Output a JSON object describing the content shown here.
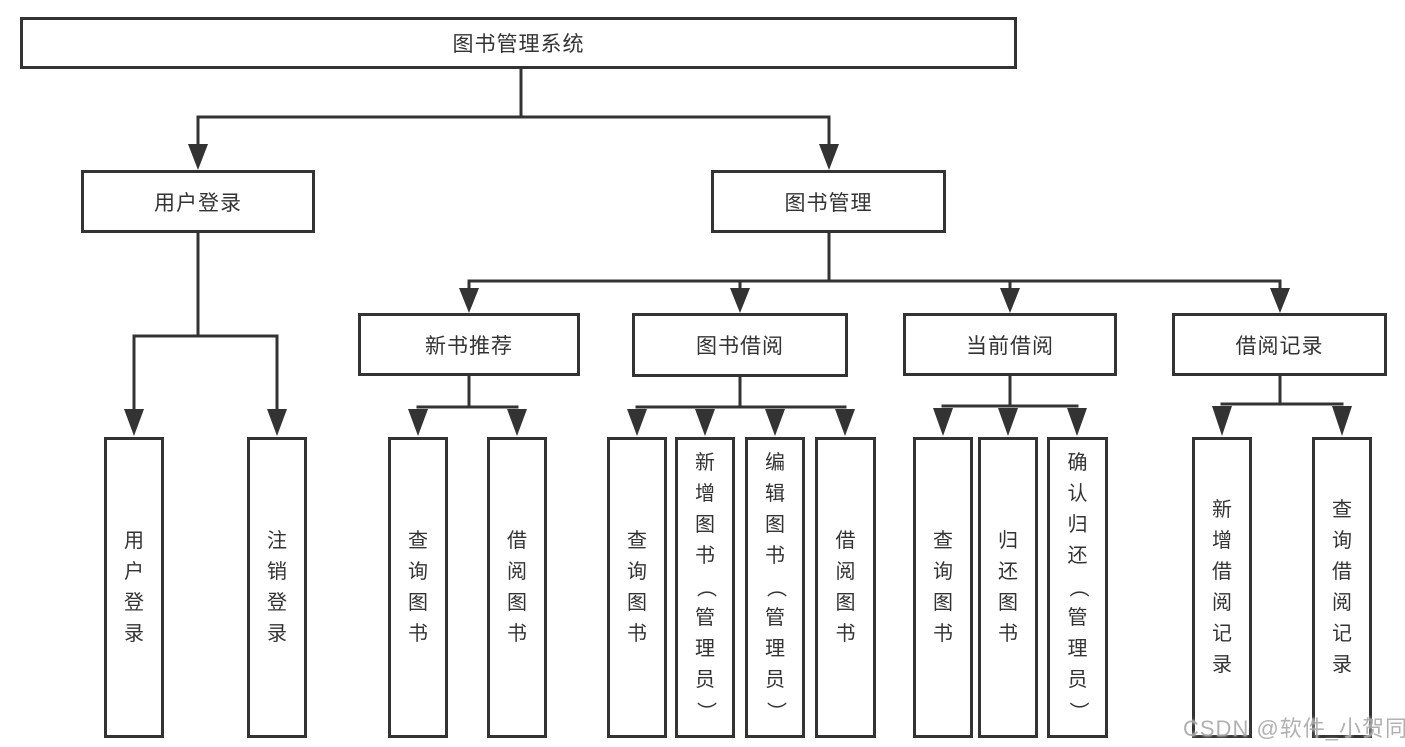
{
  "tree": {
    "root": {
      "label": "图书管理系统"
    },
    "children": [
      {
        "label": "用户登录",
        "children": [
          {
            "label": "用户登录"
          },
          {
            "label": "注销登录"
          }
        ]
      },
      {
        "label": "图书管理",
        "children": [
          {
            "label": "新书推荐",
            "children": [
              {
                "label": "查询图书"
              },
              {
                "label": "借阅图书"
              }
            ]
          },
          {
            "label": "图书借阅",
            "children": [
              {
                "label": "查询图书"
              },
              {
                "label": "新增图书（管理员）"
              },
              {
                "label": "编辑图书（管理员）"
              },
              {
                "label": "借阅图书"
              }
            ]
          },
          {
            "label": "当前借阅",
            "children": [
              {
                "label": "查询图书"
              },
              {
                "label": "归还图书"
              },
              {
                "label": "确认归还（管理员）"
              }
            ]
          },
          {
            "label": "借阅记录",
            "children": [
              {
                "label": "新增借阅记录"
              },
              {
                "label": "查询借阅记录"
              }
            ]
          }
        ]
      }
    ]
  },
  "watermark": {
    "text": "CSDN @软件_小贺同学"
  },
  "colors": {
    "line": "#333333",
    "text": "#333333",
    "background": "#ffffff",
    "watermark": "#ababab"
  }
}
